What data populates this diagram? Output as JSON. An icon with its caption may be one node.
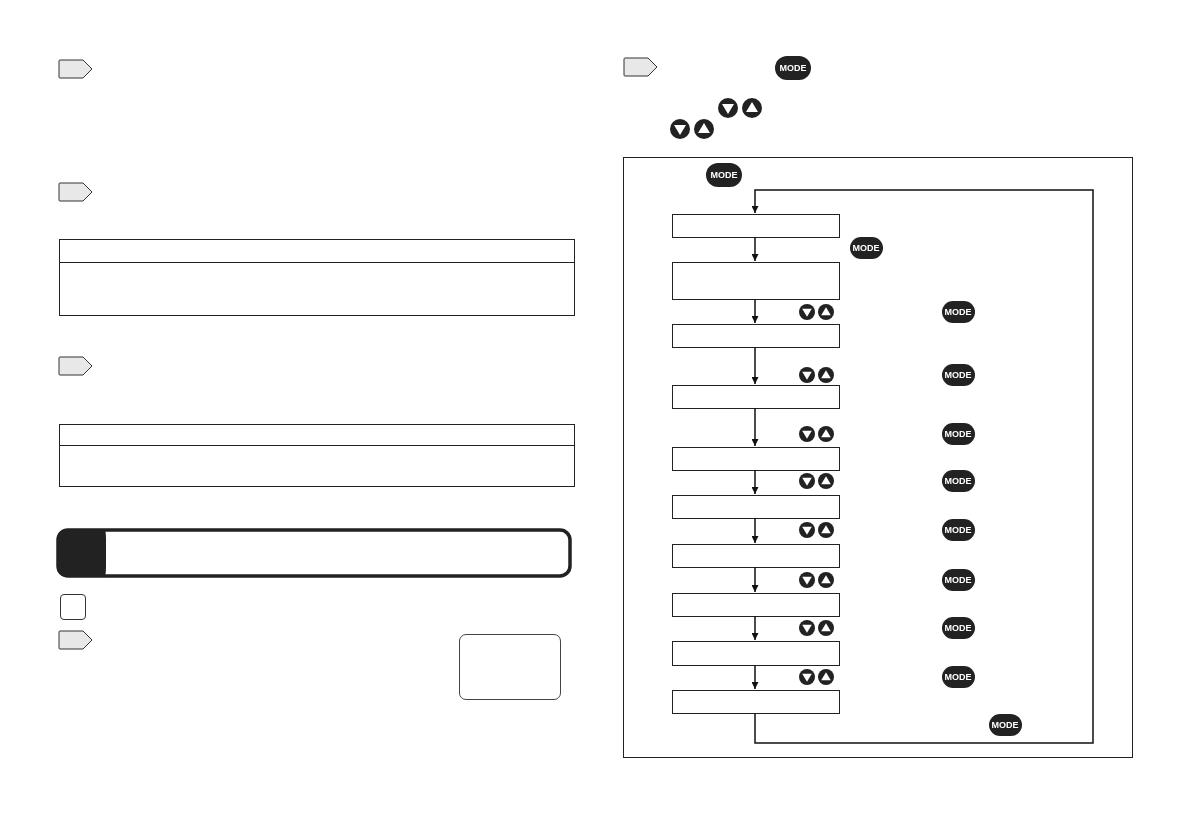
{
  "diagram": {
    "nodes": [
      {
        "text": [],
        "shape": "box"
      },
      {
        "text": [],
        "shape": "box",
        "in": 0
      },
      {
        "text": [],
        "shape": "box",
        "in": 0
      },
      {
        "text": [],
        "shape": "box",
        "in": 0
      },
      {
        "text": [],
        "shape": "box",
        "in": 0
      },
      {
        "text": [],
        "shape": "box",
        "in": 0
      },
      {
        "text": [],
        "shape": "box",
        "in": 0
      },
      {
        "text": [],
        "shape": "box",
        "in": 0
      },
      {
        "text": [],
        "shape": "box",
        "in": 0
      },
      {
        "text": [],
        "shape": "box",
        "in": 0
      },
      {
        "text": [],
        "shape": "box",
        "in": 0
      }
    ],
    "edges": [
      {
        "from": 1,
        "to": 2,
        "arrow": "to"
      },
      {
        "from": 2,
        "to": 3,
        "arrow": "to"
      },
      {
        "from": 3,
        "to": 4,
        "arrow": "to"
      },
      {
        "from": 4,
        "to": 5,
        "arrow": "to"
      },
      {
        "from": 5,
        "to": 6,
        "arrow": "to"
      },
      {
        "from": 6,
        "to": 7,
        "arrow": "to"
      },
      {
        "from": 7,
        "to": 8,
        "arrow": "to"
      },
      {
        "from": 8,
        "to": 9,
        "arrow": "to"
      },
      {
        "from": 9,
        "to": 10,
        "arrow": "to"
      },
      {
        "from": 10,
        "to": 1,
        "arrow": "to"
      }
    ],
    "labels": [
      "MODE",
      "MODE",
      "MODE",
      "MODE",
      "MODE",
      "MODE",
      "MODE",
      "MODE",
      "MODE",
      "MODE",
      "MODE",
      "MODE"
    ]
  }
}
